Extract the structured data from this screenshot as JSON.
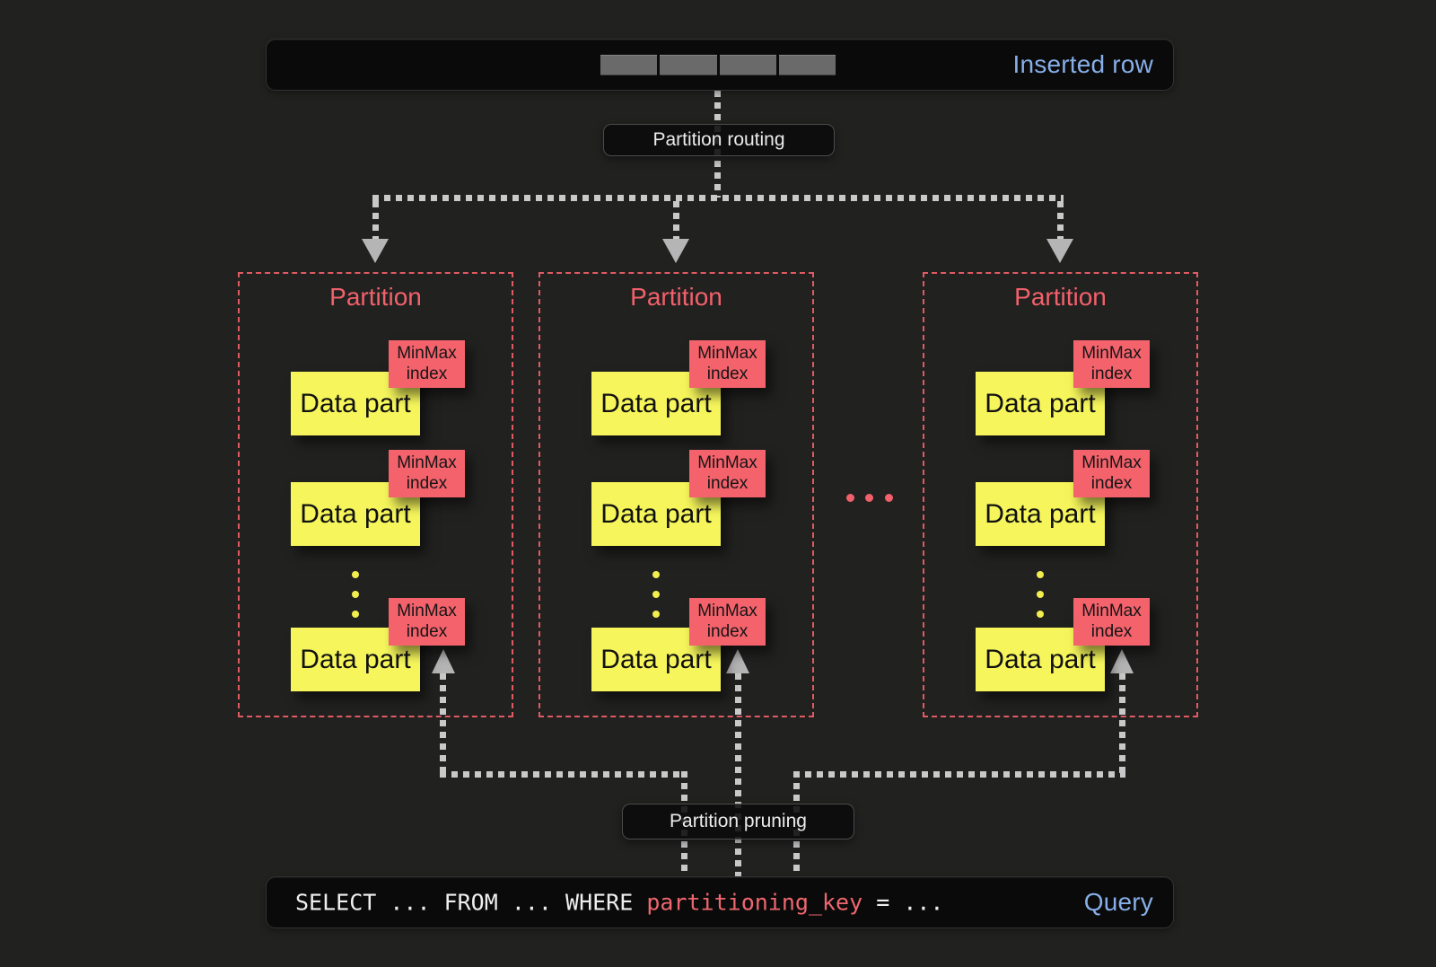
{
  "colors": {
    "background": "#212120",
    "bar_background": "#0a0a0a",
    "accent_blue": "#87aee8",
    "coral_red": "#f2616b",
    "yellow": "#f6f65c",
    "arrow_gray": "#c9c9c9",
    "segment_gray": "#6a6a6a"
  },
  "top_bar": {
    "label": "Inserted row",
    "segment_count": 4
  },
  "routing": {
    "label": "Partition routing"
  },
  "pruning": {
    "label": "Partition pruning"
  },
  "partitions": [
    {
      "title": "Partition",
      "parts": [
        {
          "name": "Data part",
          "index": "MinMax index"
        },
        {
          "name": "Data part",
          "index": "MinMax index"
        },
        {
          "name": "Data part",
          "index": "MinMax index"
        }
      ]
    },
    {
      "title": "Partition",
      "parts": [
        {
          "name": "Data part",
          "index": "MinMax index"
        },
        {
          "name": "Data part",
          "index": "MinMax index"
        },
        {
          "name": "Data part",
          "index": "MinMax index"
        }
      ]
    },
    {
      "title": "Partition",
      "parts": [
        {
          "name": "Data part",
          "index": "MinMax index"
        },
        {
          "name": "Data part",
          "index": "MinMax index"
        },
        {
          "name": "Data part",
          "index": "MinMax index"
        }
      ]
    }
  ],
  "query": {
    "pre": "SELECT ... FROM ... WHERE ",
    "key": "partitioning_key",
    "post": " = ...",
    "label": "Query"
  }
}
